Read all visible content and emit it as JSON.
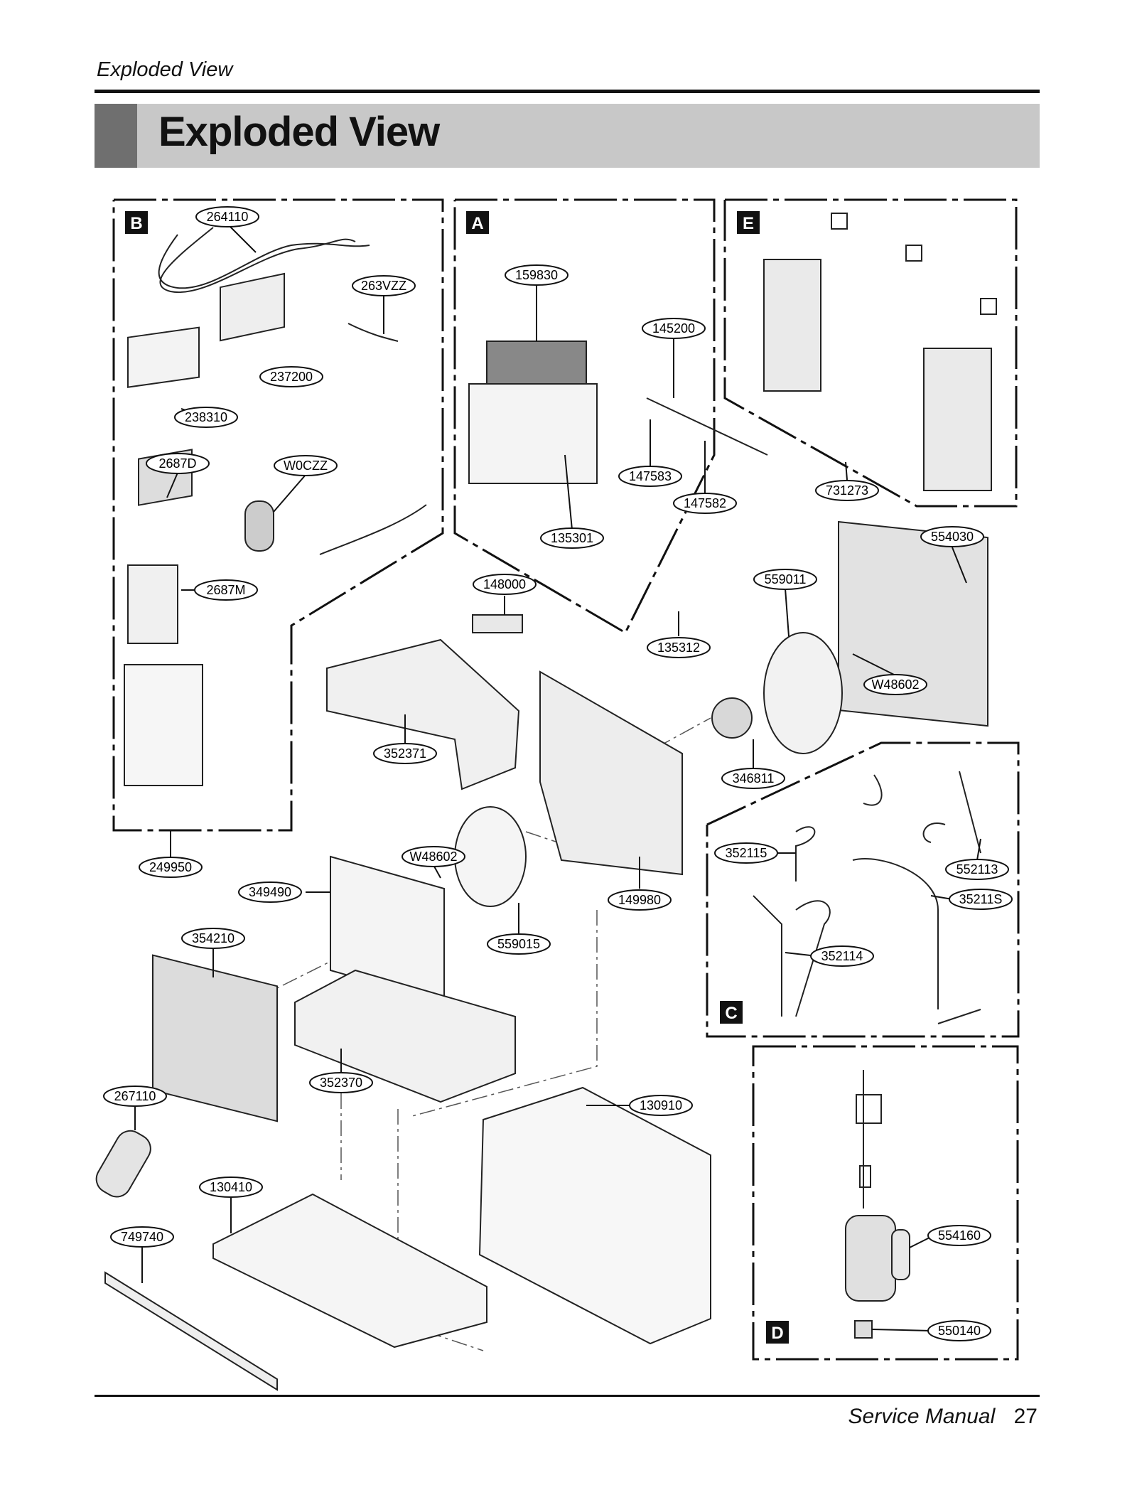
{
  "header": {
    "running_title": "Exploded View",
    "section_title": "Exploded View"
  },
  "footer": {
    "label": "Service Manual",
    "page_number": "27"
  },
  "section_labels": [
    "B",
    "A",
    "E",
    "C",
    "D"
  ],
  "callouts": [
    "264110",
    "263VZZ",
    "237200",
    "238310",
    "2687D",
    "W0CZZ",
    "2687M",
    "159830",
    "145200",
    "147583",
    "147582",
    "135301",
    "731273",
    "554030",
    "148000",
    "559011",
    "135312",
    "W48602",
    "352371",
    "346811",
    "249950",
    "W48602",
    "349490",
    "149980",
    "352115",
    "552113",
    "35211S",
    "354210",
    "559015",
    "352114",
    "352370",
    "267110",
    "130910",
    "130410",
    "749740",
    "554160",
    "550140"
  ]
}
